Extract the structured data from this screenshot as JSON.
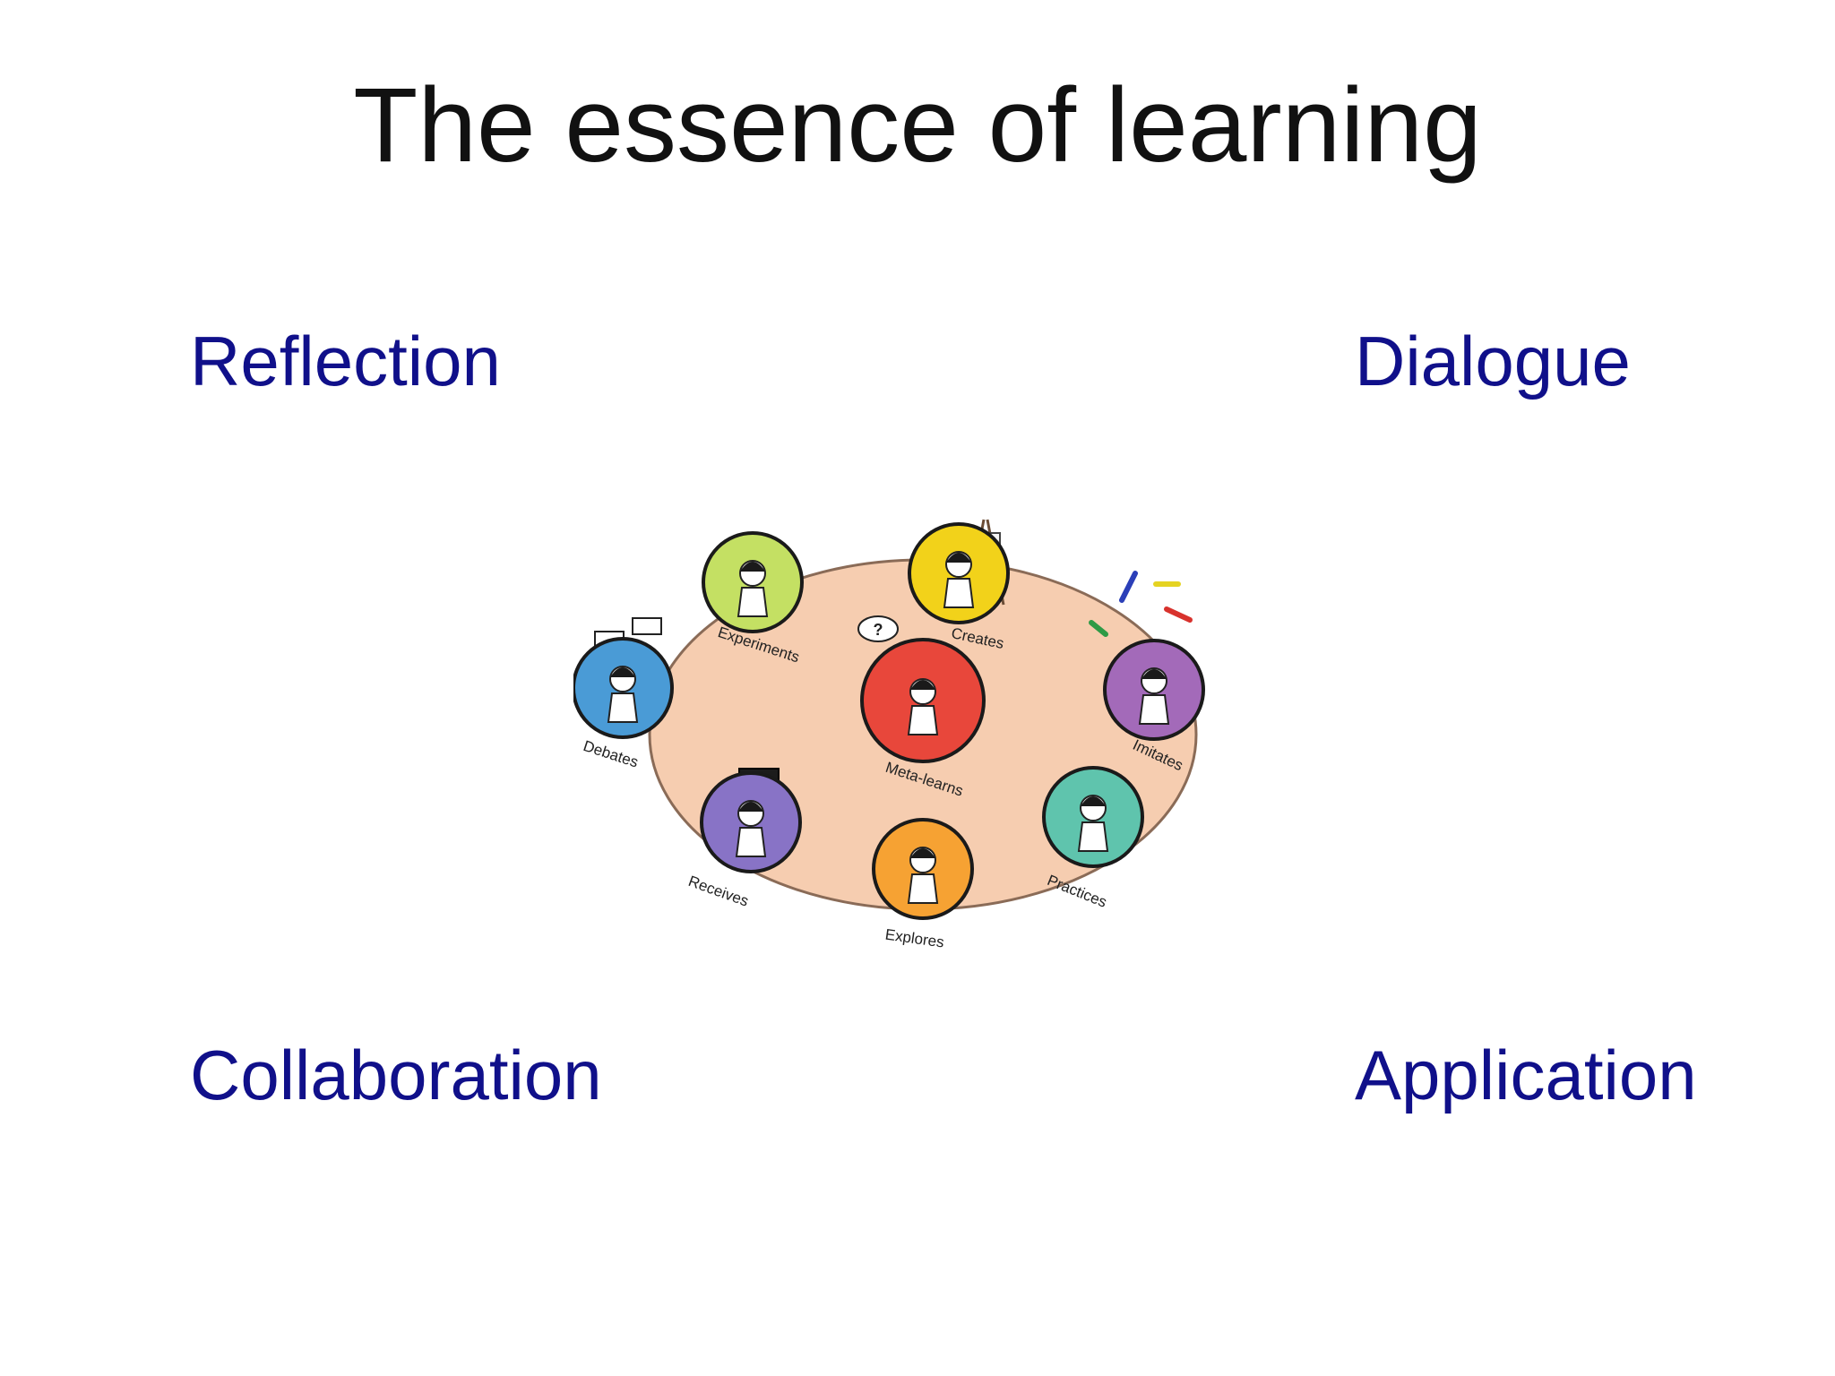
{
  "slide": {
    "title": "The essence of learning"
  },
  "corners": {
    "top_left": "Reflection",
    "top_right": "Dialogue",
    "bottom_left": "Collaboration",
    "bottom_right": "Application"
  },
  "diagram": {
    "center": {
      "label": "Meta-learns",
      "color": "#e8473b"
    },
    "roles": [
      {
        "label": "Experiments",
        "color": "#c4e063"
      },
      {
        "label": "Creates",
        "color": "#f2d21a"
      },
      {
        "label": "Imitates",
        "color": "#a36ab9"
      },
      {
        "label": "Practices",
        "color": "#5fc4ad"
      },
      {
        "label": "Explores",
        "color": "#f6a233"
      },
      {
        "label": "Receives",
        "color": "#8873c6"
      },
      {
        "label": "Debates",
        "color": "#4a9bd6"
      }
    ],
    "table_color": "#f6cdb0",
    "speech_bubble": "?"
  },
  "colors": {
    "title_text": "#111111",
    "corner_text": "#10108a"
  }
}
